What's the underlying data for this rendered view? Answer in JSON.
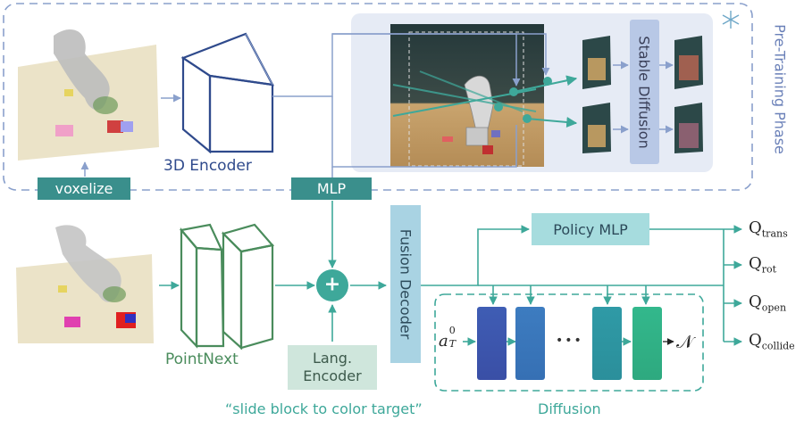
{
  "pretraining": {
    "label": "Pre-Training Phase",
    "snowflake_icon": "snowflake-icon"
  },
  "encoder3d": {
    "label": "3D Encoder"
  },
  "voxelize": {
    "label": "voxelize"
  },
  "mlp": {
    "label": "MLP"
  },
  "stable_diffusion": {
    "label": "Stable Diffusion"
  },
  "pointnext": {
    "label": "PointNext"
  },
  "fusion": {
    "label": "Fusion Decoder"
  },
  "lang": {
    "line1": "Lang.",
    "line2": "Encoder"
  },
  "instruction": "“slide block to color target”",
  "policy": {
    "label": "Policy MLP"
  },
  "outputs": [
    {
      "base": "Q",
      "sub": "trans"
    },
    {
      "base": "Q",
      "sub": "rot"
    },
    {
      "base": "Q",
      "sub": "open"
    },
    {
      "base": "Q",
      "sub": "collide"
    }
  ],
  "diffusion": {
    "label": "Diffusion",
    "input_base": "a",
    "input_sup": "0",
    "input_sub": "T",
    "ellipsis": "•••",
    "noise": "𝒩"
  },
  "plus_symbol": "+",
  "colors": {
    "teal": "#3ea89a",
    "encoder_blue": "#2f4a8c",
    "pointnext_green": "#4a8c5c",
    "dashed_border": "#8aa0cc",
    "label_blue": "#6a80b8",
    "fusion_fill": "#a9d3e3",
    "policy_fill": "#a6dcde",
    "mlp_fill": "#3a8f8c",
    "lang_fill": "#cfe6dc",
    "snow": "#6fa8c8"
  }
}
